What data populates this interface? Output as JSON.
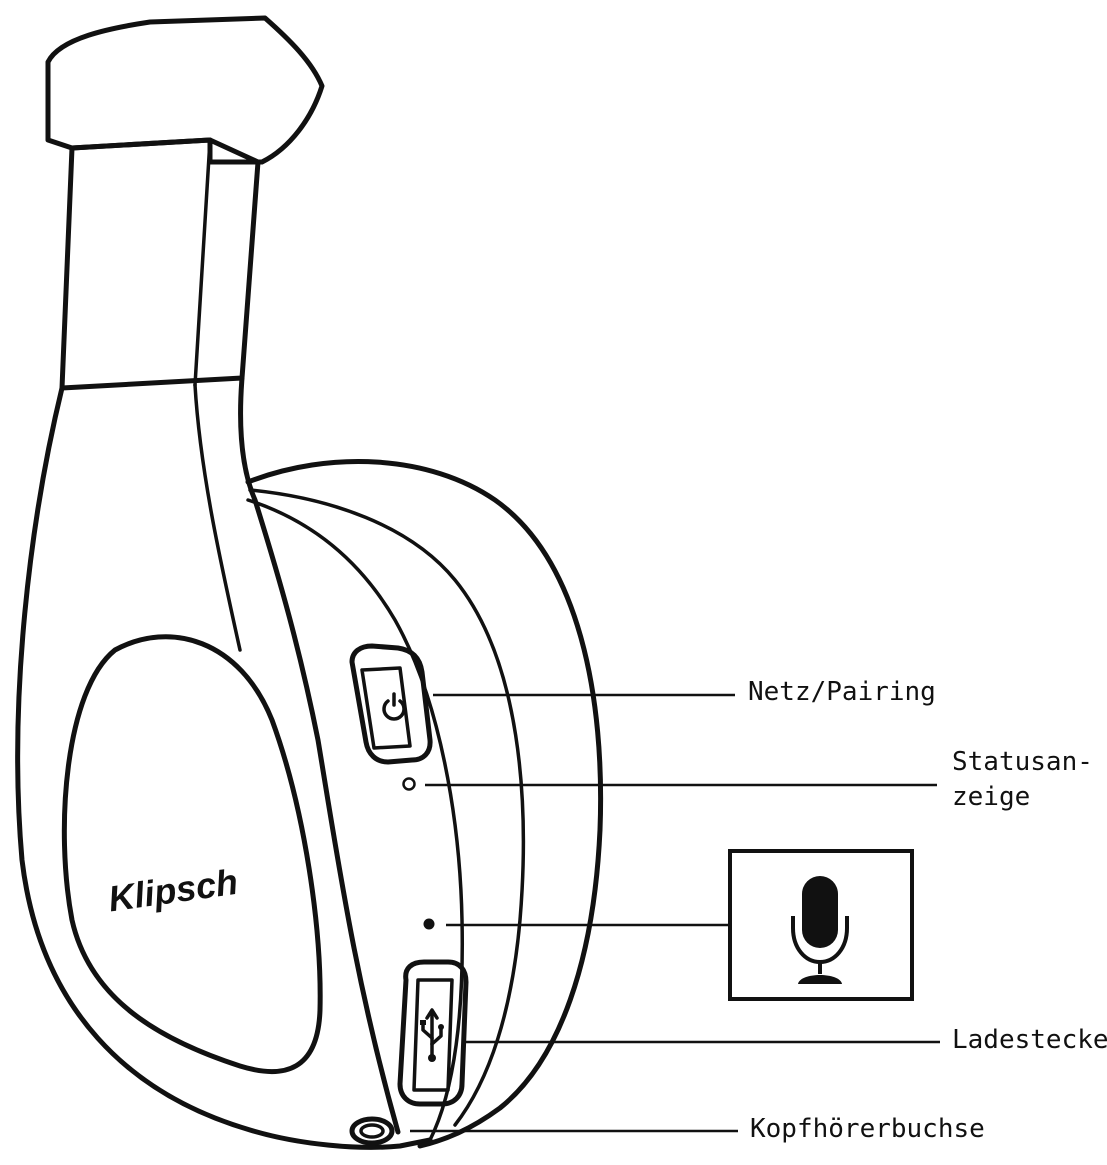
{
  "brand_logo": "Klipsch",
  "labels": {
    "power_pairing": "Netz/Pairing",
    "status_line1": "Statusan-",
    "status_line2": "zeige",
    "charging_port": "Ladestecker",
    "headphone_jack": "Kopfhörerbuchse"
  },
  "icons": {
    "power": "power-icon",
    "usb": "usb-icon",
    "microphone": "microphone-icon"
  },
  "colors": {
    "ink": "#111111",
    "background": "#ffffff"
  }
}
